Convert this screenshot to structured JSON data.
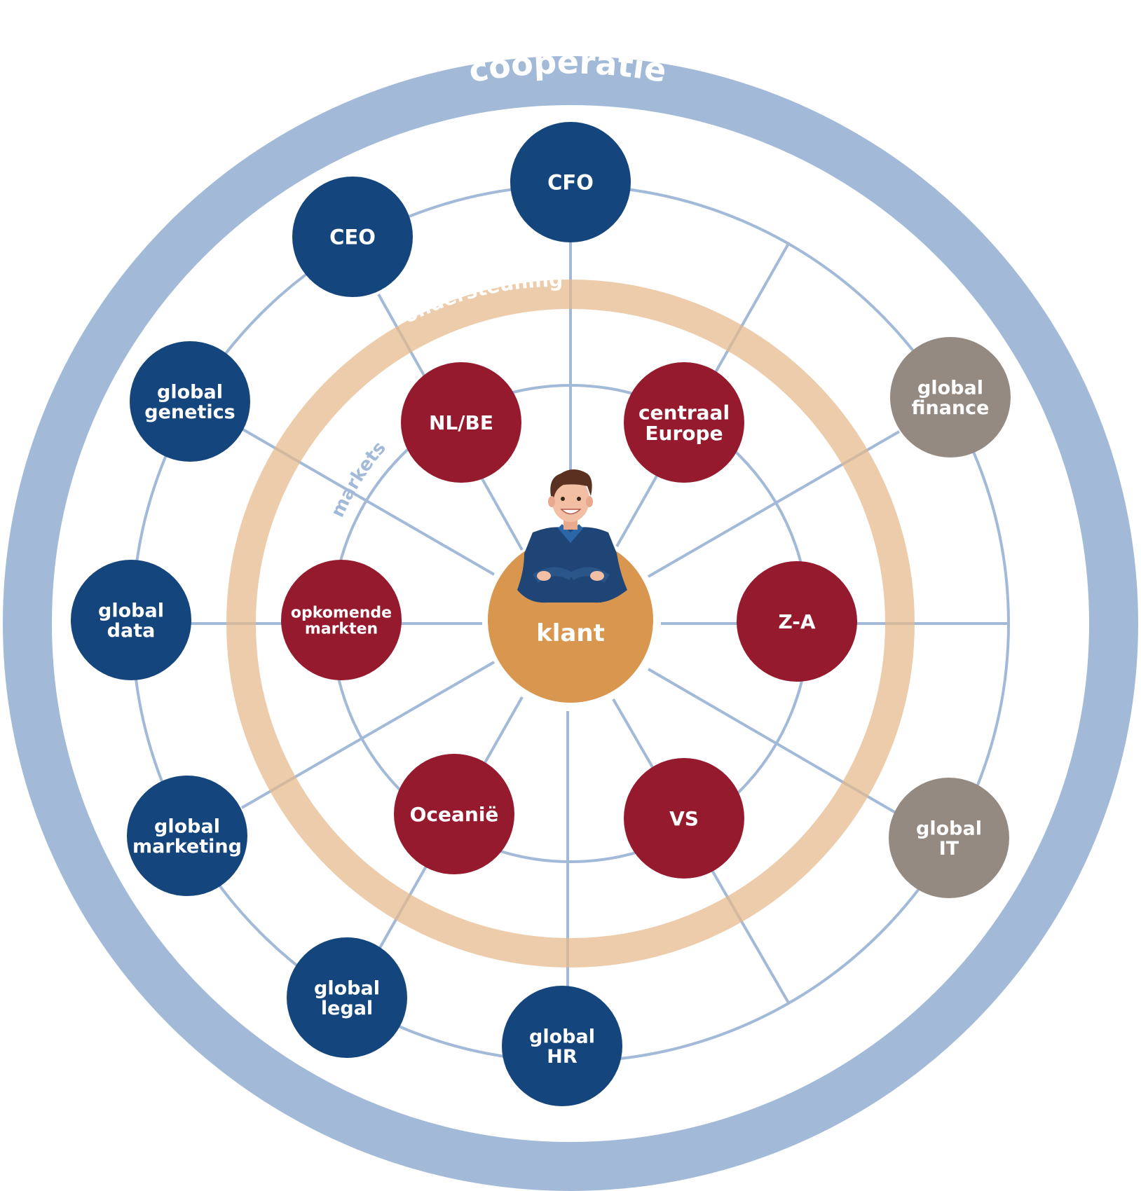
{
  "title": "coöperatie",
  "ring_support_label": "ondersteuning",
  "ring_markets_label": "markets",
  "center": {
    "label": "klant",
    "person_icon": "customer-person-icon"
  },
  "colors": {
    "outer_ring": "#a2bad8",
    "support_ring": "#ecc9a3",
    "spoke": "#a2bad8",
    "center": "#d8964f",
    "global_function": "#14457d",
    "market": "#961a2d",
    "it_finance": "#958a82",
    "text": "#ffffff"
  },
  "executives": [
    {
      "label": [
        "CFO"
      ]
    },
    {
      "label": [
        "CEO"
      ]
    }
  ],
  "global_functions": [
    {
      "label": [
        "global",
        "genetics"
      ],
      "kind": "blue"
    },
    {
      "label": [
        "global",
        "data"
      ],
      "kind": "blue"
    },
    {
      "label": [
        "global",
        "marketing"
      ],
      "kind": "blue"
    },
    {
      "label": [
        "global",
        "legal"
      ],
      "kind": "blue"
    },
    {
      "label": [
        "global",
        "HR"
      ],
      "kind": "blue"
    },
    {
      "label": [
        "global",
        "IT"
      ],
      "kind": "gray"
    },
    {
      "label": [
        "global",
        "finance"
      ],
      "kind": "gray"
    }
  ],
  "markets": [
    {
      "label": [
        "NL/BE"
      ]
    },
    {
      "label": [
        "centraal",
        "Europe"
      ]
    },
    {
      "label": [
        "Z-A"
      ]
    },
    {
      "label": [
        "VS"
      ]
    },
    {
      "label": [
        "Oceanië"
      ]
    },
    {
      "label": [
        "opkomende",
        "markten"
      ]
    }
  ]
}
